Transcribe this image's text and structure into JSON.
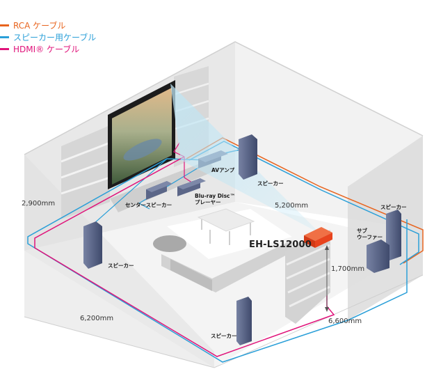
{
  "legend": [
    {
      "label": "RCA ケーブル",
      "color": "#e8641e"
    },
    {
      "label": "スピーカー用ケーブル",
      "color": "#2a9fd8"
    },
    {
      "label": "HDMI® ケーブル",
      "color": "#e0137a"
    }
  ],
  "labels": {
    "av_amp": "AVアンプ",
    "speaker_front_right": "スピーカー",
    "bluray_line1": "Blu-ray Disc™",
    "bluray_line2": "プレーヤー",
    "center_speaker": "センタースピーカー",
    "throw_distance": "5,200mm",
    "speaker_rear_right": "スピーカー",
    "subwoofer_line1": "サブ",
    "subwoofer_line2": "ウーファー",
    "model": "EH-LS12000",
    "height": "2,900mm",
    "projector_height": "1,700mm",
    "speaker_front_left": "スピーカー",
    "width": "6,200mm",
    "speaker_rear_left": "スピーカー",
    "depth": "6,600mm"
  },
  "colors": {
    "rca": "#e8641e",
    "speaker_cable": "#2a9fd8",
    "hdmi": "#e0137a",
    "projector": "#e8441e",
    "speaker_body": "#5a6688"
  }
}
